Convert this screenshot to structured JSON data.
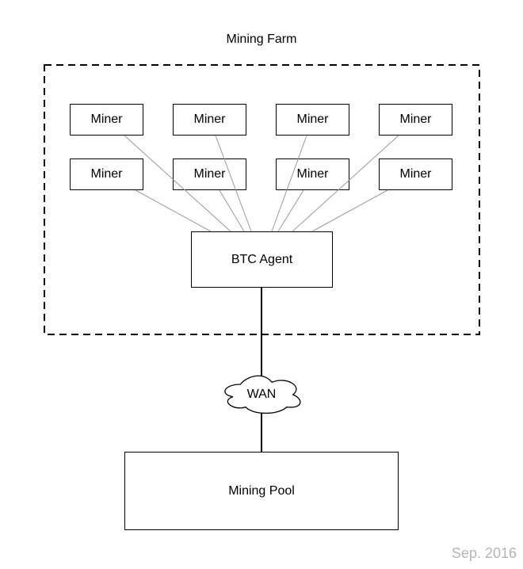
{
  "title": "Mining Farm",
  "miners": [
    "Miner",
    "Miner",
    "Miner",
    "Miner",
    "Miner",
    "Miner",
    "Miner",
    "Miner"
  ],
  "agent": {
    "label": "BTC Agent"
  },
  "wan": {
    "label": "WAN"
  },
  "pool": {
    "label": "Mining Pool"
  },
  "footer": {
    "date_label": "Sep. 2016"
  },
  "colors": {
    "box_border": "#000000",
    "boundary_dash": "#000000",
    "connector_gray": "#999999",
    "trunk_black": "#000000",
    "footer_text": "#b5b5b5",
    "background": "#ffffff"
  },
  "diagram": {
    "type": "network-topology",
    "boundary": {
      "label": "Mining Farm",
      "style": "dashed",
      "contains": [
        "miner-1",
        "miner-2",
        "miner-3",
        "miner-4",
        "miner-5",
        "miner-6",
        "miner-7",
        "miner-8",
        "btc-agent"
      ]
    },
    "nodes": [
      {
        "id": "miner-1",
        "label": "Miner",
        "shape": "rect"
      },
      {
        "id": "miner-2",
        "label": "Miner",
        "shape": "rect"
      },
      {
        "id": "miner-3",
        "label": "Miner",
        "shape": "rect"
      },
      {
        "id": "miner-4",
        "label": "Miner",
        "shape": "rect"
      },
      {
        "id": "miner-5",
        "label": "Miner",
        "shape": "rect"
      },
      {
        "id": "miner-6",
        "label": "Miner",
        "shape": "rect"
      },
      {
        "id": "miner-7",
        "label": "Miner",
        "shape": "rect"
      },
      {
        "id": "miner-8",
        "label": "Miner",
        "shape": "rect"
      },
      {
        "id": "btc-agent",
        "label": "BTC Agent",
        "shape": "rect"
      },
      {
        "id": "wan",
        "label": "WAN",
        "shape": "cloud"
      },
      {
        "id": "mining-pool",
        "label": "Mining Pool",
        "shape": "rect"
      }
    ],
    "edges": [
      {
        "from": "miner-1",
        "to": "btc-agent",
        "style": "thin-gray"
      },
      {
        "from": "miner-2",
        "to": "btc-agent",
        "style": "thin-gray"
      },
      {
        "from": "miner-3",
        "to": "btc-agent",
        "style": "thin-gray"
      },
      {
        "from": "miner-4",
        "to": "btc-agent",
        "style": "thin-gray"
      },
      {
        "from": "miner-5",
        "to": "btc-agent",
        "style": "thin-gray"
      },
      {
        "from": "miner-6",
        "to": "btc-agent",
        "style": "thin-gray"
      },
      {
        "from": "miner-7",
        "to": "btc-agent",
        "style": "thin-gray"
      },
      {
        "from": "miner-8",
        "to": "btc-agent",
        "style": "thin-gray"
      },
      {
        "from": "btc-agent",
        "to": "wan",
        "style": "thick-black"
      },
      {
        "from": "wan",
        "to": "mining-pool",
        "style": "thick-black"
      }
    ]
  }
}
